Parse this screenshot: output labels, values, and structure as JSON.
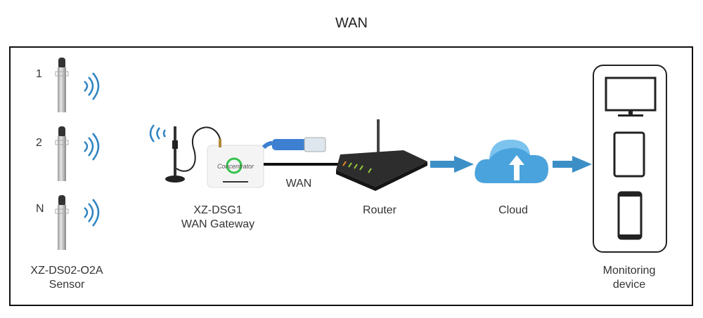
{
  "title": "WAN",
  "sensors": {
    "items": [
      {
        "label": "1"
      },
      {
        "label": "2"
      },
      {
        "label": "N"
      }
    ],
    "model": "XZ-DS02-O2A",
    "caption": "Sensor"
  },
  "gateway": {
    "model": "XZ-DSG1",
    "caption": "WAN Gateway",
    "device_text": "Concentrator"
  },
  "link_label": "WAN",
  "router": {
    "caption": "Router"
  },
  "cloud": {
    "caption": "Cloud"
  },
  "monitoring": {
    "caption_line1": "Monitoring",
    "caption_line2": "device",
    "devices": [
      "monitor",
      "tablet",
      "phone"
    ]
  },
  "colors": {
    "accent_blue": "#3b8fc6",
    "wave_blue": "#2f84c3",
    "frame": "#111111"
  }
}
